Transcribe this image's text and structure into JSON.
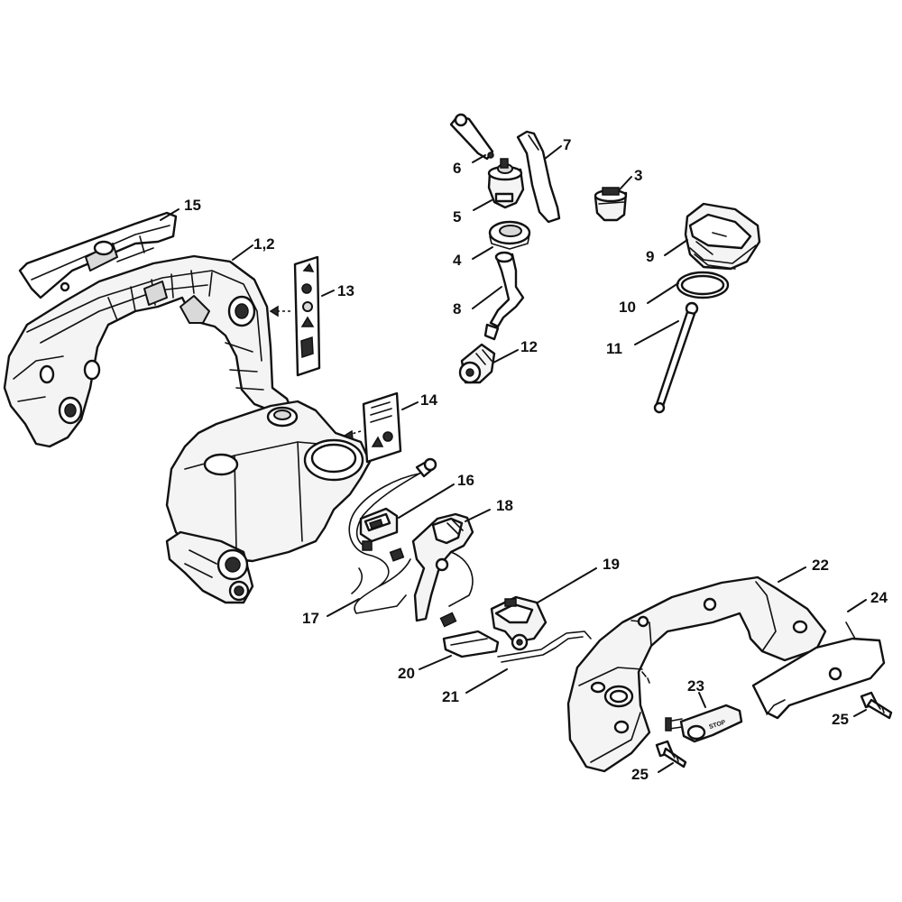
{
  "callouts": [
    {
      "id": "c1-2",
      "text": "1,2"
    },
    {
      "id": "c3",
      "text": "3"
    },
    {
      "id": "c4",
      "text": "4"
    },
    {
      "id": "c5",
      "text": "5"
    },
    {
      "id": "c6",
      "text": "6"
    },
    {
      "id": "c7",
      "text": "7"
    },
    {
      "id": "c8",
      "text": "8"
    },
    {
      "id": "c9",
      "text": "9"
    },
    {
      "id": "c10",
      "text": "10"
    },
    {
      "id": "c11",
      "text": "11"
    },
    {
      "id": "c12",
      "text": "12"
    },
    {
      "id": "c13",
      "text": "13"
    },
    {
      "id": "c14",
      "text": "14"
    },
    {
      "id": "c15",
      "text": "15"
    },
    {
      "id": "c16",
      "text": "16"
    },
    {
      "id": "c17",
      "text": "17"
    },
    {
      "id": "c18",
      "text": "18"
    },
    {
      "id": "c19",
      "text": "19"
    },
    {
      "id": "c20",
      "text": "20"
    },
    {
      "id": "c21",
      "text": "21"
    },
    {
      "id": "c22",
      "text": "22"
    },
    {
      "id": "c23",
      "text": "23"
    },
    {
      "id": "c24",
      "text": "24"
    },
    {
      "id": "c25a",
      "text": "25"
    },
    {
      "id": "c25b",
      "text": "25"
    }
  ],
  "switch_label": "STOP"
}
